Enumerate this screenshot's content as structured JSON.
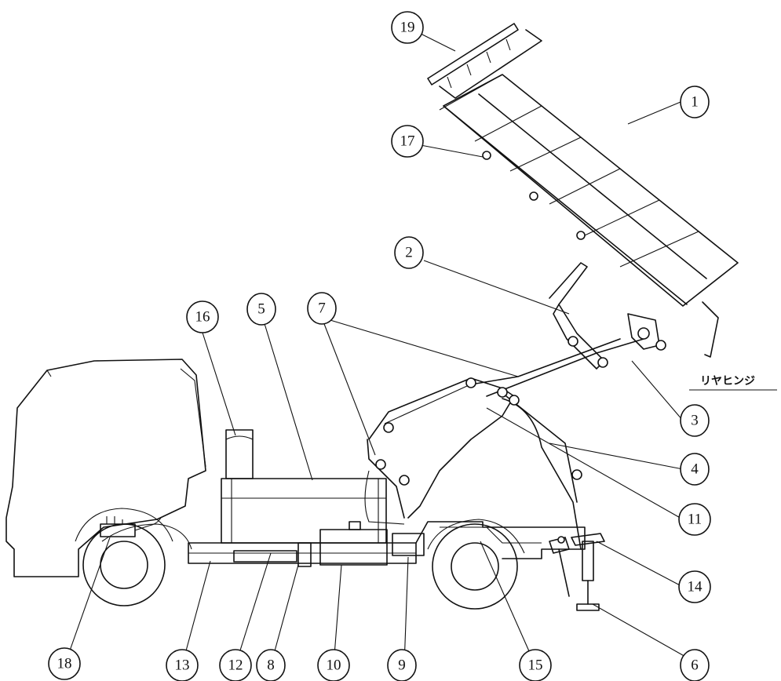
{
  "diagram": {
    "callouts": [
      {
        "id": "c1",
        "text": "1"
      },
      {
        "id": "c2",
        "text": "2"
      },
      {
        "id": "c3",
        "text": "3"
      },
      {
        "id": "c4",
        "text": "4"
      },
      {
        "id": "c5",
        "text": "5"
      },
      {
        "id": "c6",
        "text": "6"
      },
      {
        "id": "c7",
        "text": "7"
      },
      {
        "id": "c8",
        "text": "8"
      },
      {
        "id": "c9",
        "text": "9"
      },
      {
        "id": "c10",
        "text": "10"
      },
      {
        "id": "c11",
        "text": "11"
      },
      {
        "id": "c12",
        "text": "12"
      },
      {
        "id": "c13",
        "text": "13"
      },
      {
        "id": "c14",
        "text": "14"
      },
      {
        "id": "c15",
        "text": "15"
      },
      {
        "id": "c16",
        "text": "16"
      },
      {
        "id": "c17",
        "text": "17"
      },
      {
        "id": "c18",
        "text": "18"
      },
      {
        "id": "c19",
        "text": "19"
      }
    ],
    "rear_hinge_label": "リヤヒンジ"
  }
}
